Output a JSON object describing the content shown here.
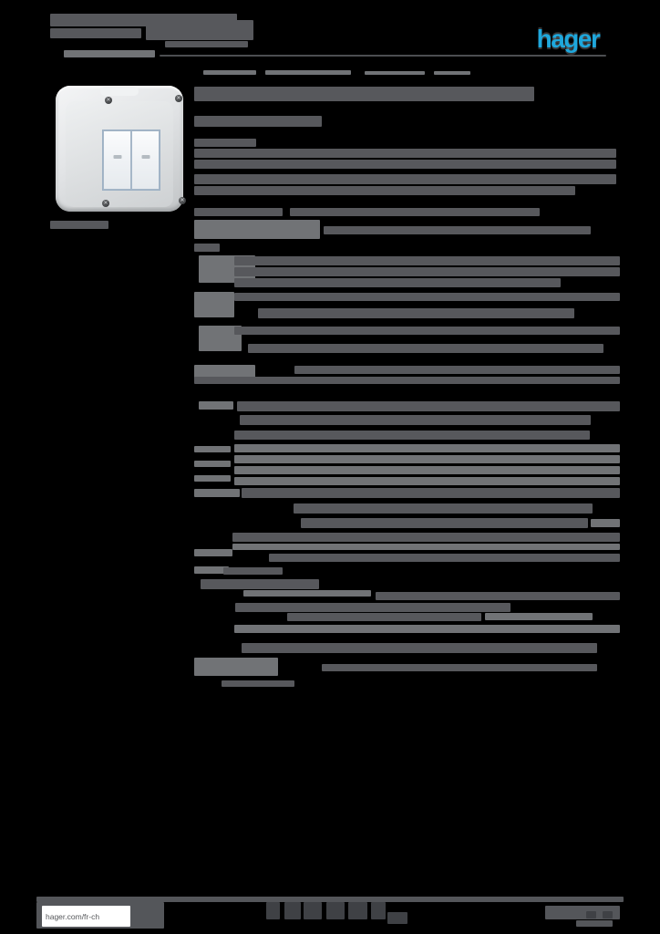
{
  "logo": {
    "text": "hager",
    "color": "#1EA7DC"
  },
  "footer": {
    "link_label": "hager.com/fr-ch"
  },
  "product_image": {
    "alt": "grey surface-mounted switch box with two rockers and four corner screws"
  },
  "colors": {
    "background": "#000000",
    "bar_dark": "#57585C",
    "bar_light": "#717376",
    "rule": "#4C4E51",
    "footer_band": "#54565A",
    "footer_block": "#3F4145",
    "logo_blue": "#1EA7DC",
    "rocker_border": "#9CB0C4"
  },
  "redactions": [
    [
      55,
      15,
      205,
      14,
      "d"
    ],
    [
      160,
      22,
      118,
      22,
      "d"
    ],
    [
      55,
      31,
      100,
      11,
      "d"
    ],
    [
      181,
      45,
      91,
      7,
      "d"
    ],
    [
      70,
      55,
      100,
      8,
      "l"
    ],
    [
      175,
      60,
      490,
      2,
      "r"
    ],
    [
      223,
      77,
      58,
      5,
      "l"
    ],
    [
      291,
      77,
      94,
      5,
      "l"
    ],
    [
      400,
      78,
      66,
      4,
      "l"
    ],
    [
      476,
      78,
      40,
      4,
      "l"
    ],
    [
      55,
      242,
      64,
      9,
      "d"
    ],
    [
      213,
      95,
      373,
      16,
      "d"
    ],
    [
      213,
      127,
      140,
      12,
      "d"
    ],
    [
      213,
      152,
      68,
      9,
      "d"
    ],
    [
      213,
      163,
      463,
      10,
      "d"
    ],
    [
      213,
      175,
      463,
      10,
      "d"
    ],
    [
      213,
      191,
      463,
      11,
      "d"
    ],
    [
      213,
      204,
      418,
      10,
      "d"
    ],
    [
      213,
      228,
      97,
      9,
      "d"
    ],
    [
      318,
      228,
      274,
      9,
      "d"
    ],
    [
      213,
      241,
      138,
      21,
      "l"
    ],
    [
      355,
      248,
      293,
      9,
      "d"
    ],
    [
      213,
      267,
      28,
      9,
      "d"
    ],
    [
      218,
      280,
      62,
      30,
      "l"
    ],
    [
      257,
      281,
      423,
      10,
      "d"
    ],
    [
      257,
      293,
      423,
      10,
      "d"
    ],
    [
      257,
      305,
      358,
      10,
      "d"
    ],
    [
      213,
      320,
      44,
      28,
      "l"
    ],
    [
      257,
      321,
      423,
      9,
      "d"
    ],
    [
      283,
      338,
      347,
      11,
      "d"
    ],
    [
      218,
      357,
      47,
      28,
      "l"
    ],
    [
      257,
      358,
      423,
      9,
      "d"
    ],
    [
      272,
      377,
      390,
      10,
      "d"
    ],
    [
      213,
      400,
      67,
      18,
      "l"
    ],
    [
      323,
      401,
      357,
      9,
      "d"
    ],
    [
      213,
      413,
      467,
      8,
      "d"
    ],
    [
      218,
      440,
      38,
      9,
      "l"
    ],
    [
      260,
      440,
      420,
      11,
      "d"
    ],
    [
      263,
      455,
      385,
      11,
      "d"
    ],
    [
      257,
      472,
      390,
      10,
      "d"
    ],
    [
      213,
      489,
      40,
      7,
      "l"
    ],
    [
      213,
      505,
      40,
      7,
      "l"
    ],
    [
      213,
      521,
      40,
      7,
      "l"
    ],
    [
      257,
      487,
      423,
      9,
      "l"
    ],
    [
      257,
      499,
      423,
      9,
      "l"
    ],
    [
      257,
      511,
      423,
      9,
      "l"
    ],
    [
      257,
      523,
      423,
      9,
      "l"
    ],
    [
      213,
      536,
      50,
      9,
      "l"
    ],
    [
      265,
      535,
      415,
      11,
      "d"
    ],
    [
      322,
      552,
      328,
      11,
      "d"
    ],
    [
      330,
      568,
      315,
      11,
      "d"
    ],
    [
      648,
      569,
      32,
      9,
      "l"
    ],
    [
      255,
      584,
      425,
      10,
      "d"
    ],
    [
      255,
      596,
      425,
      7,
      "l"
    ],
    [
      213,
      602,
      42,
      8,
      "l"
    ],
    [
      295,
      607,
      385,
      9,
      "d"
    ],
    [
      213,
      621,
      38,
      8,
      "l"
    ],
    [
      245,
      622,
      65,
      8,
      "d"
    ],
    [
      220,
      635,
      130,
      11,
      "d"
    ],
    [
      267,
      647,
      140,
      7,
      "l"
    ],
    [
      412,
      649,
      268,
      9,
      "d"
    ],
    [
      258,
      661,
      302,
      10,
      "d"
    ],
    [
      315,
      672,
      213,
      9,
      "d"
    ],
    [
      532,
      672,
      118,
      8,
      "l"
    ],
    [
      257,
      685,
      423,
      9,
      "l"
    ],
    [
      265,
      705,
      390,
      11,
      "d"
    ],
    [
      213,
      721,
      92,
      20,
      "l"
    ],
    [
      353,
      728,
      302,
      8,
      "d"
    ],
    [
      243,
      746,
      80,
      7,
      "d"
    ],
    [
      40,
      983,
      644,
      6,
      "b"
    ],
    [
      40,
      989,
      140,
      29,
      "b"
    ],
    [
      292,
      989,
      15,
      19,
      "k"
    ],
    [
      312,
      989,
      18,
      19,
      "k"
    ],
    [
      333,
      989,
      20,
      19,
      "k"
    ],
    [
      358,
      989,
      20,
      19,
      "k"
    ],
    [
      382,
      989,
      21,
      19,
      "k"
    ],
    [
      407,
      989,
      16,
      19,
      "k"
    ],
    [
      425,
      1000,
      22,
      13,
      "k"
    ],
    [
      598,
      993,
      82,
      15,
      "b"
    ],
    [
      643,
      999,
      11,
      8,
      "k"
    ],
    [
      661,
      999,
      11,
      8,
      "k"
    ],
    [
      632,
      1009,
      40,
      7,
      "b"
    ]
  ]
}
